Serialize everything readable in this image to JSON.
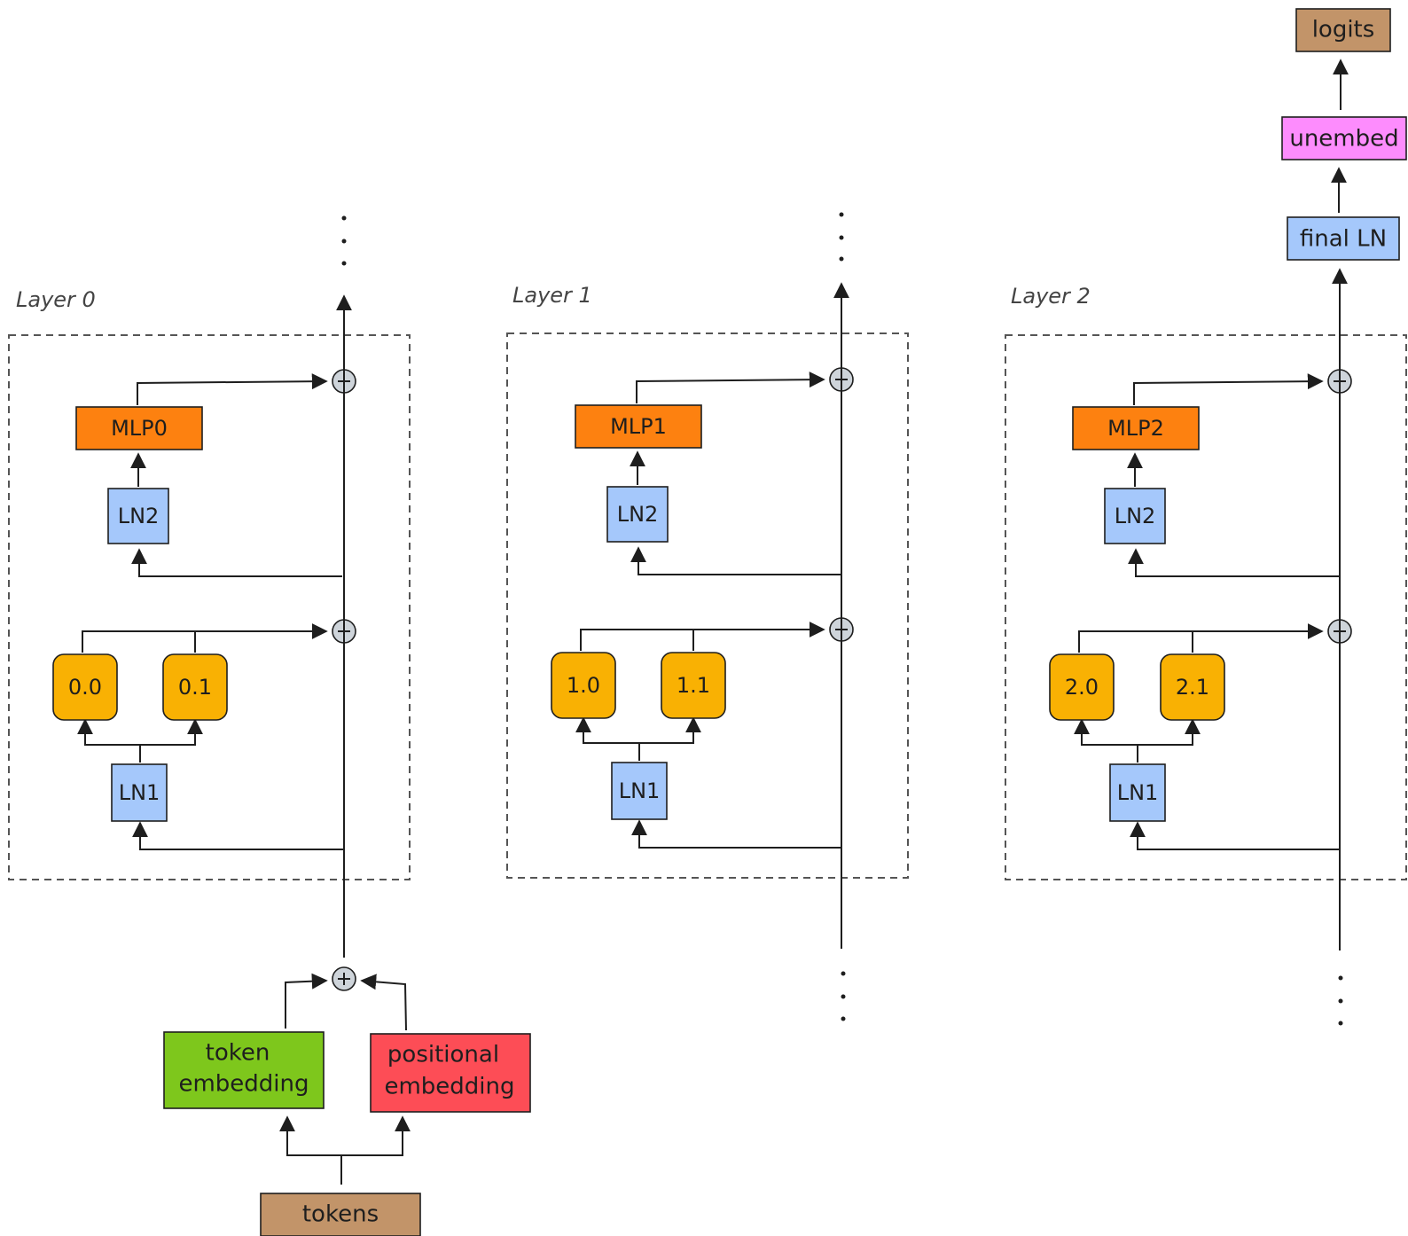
{
  "colors": {
    "ln": "#a5c8fb",
    "mlp": "#fd8110",
    "head": "#f9b103",
    "token_embedding": "#7ec71c",
    "positional_embedding": "#fd4d56",
    "tokens": "#c29469",
    "logits": "#c29469",
    "unembed": "#fd8cfd",
    "add": "#ced4da",
    "stroke": "#1e1e1e",
    "frame": "#555555"
  },
  "layers": [
    {
      "title": "Layer 0",
      "ln1": "LN1",
      "ln2": "LN2",
      "mlp": "MLP0",
      "heads": [
        "0.0",
        "0.1"
      ]
    },
    {
      "title": "Layer 1",
      "ln1": "LN1",
      "ln2": "LN2",
      "mlp": "MLP1",
      "heads": [
        "1.0",
        "1.1"
      ]
    },
    {
      "title": "Layer 2",
      "ln1": "LN1",
      "ln2": "LN2",
      "mlp": "MLP2",
      "heads": [
        "2.0",
        "2.1"
      ]
    }
  ],
  "input": {
    "tokens": "tokens",
    "token_embedding": [
      "token",
      "embedding"
    ],
    "positional_embedding": [
      "positional",
      "embedding"
    ]
  },
  "output": {
    "final_ln": "final LN",
    "unembed": "unembed",
    "logits": "logits"
  }
}
